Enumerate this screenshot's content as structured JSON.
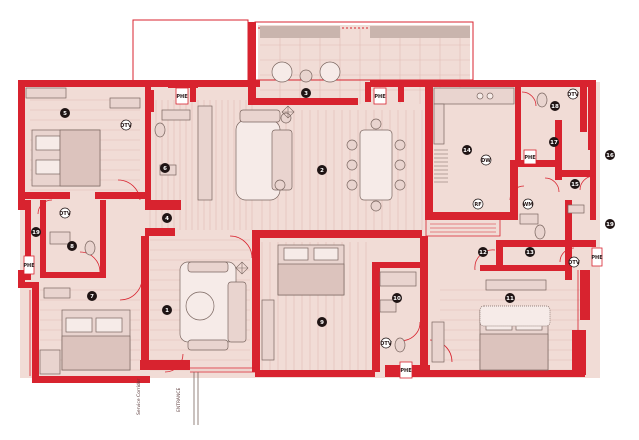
{
  "colors": {
    "wall": "#d8232f",
    "floor": "#f1dcd6",
    "floor_line": "#e2bcb4",
    "furniture_stroke": "#7a6660",
    "marker": "#1f1414",
    "paper": "#ffffff"
  },
  "room_numbers": [
    "1",
    "2",
    "3",
    "4",
    "5",
    "6",
    "7",
    "8",
    "9",
    "10",
    "11",
    "12",
    "13",
    "14",
    "15",
    "16",
    "17",
    "18",
    "19",
    "19"
  ],
  "tags": {
    "shaft": "PHE",
    "tv": "DTV",
    "dishwasher": "DW",
    "refrigerator": "RF",
    "washing_machine": "WM"
  },
  "entrance_label": "ENTRANCE",
  "side_label": "Service Corridor",
  "icons": [
    "entrance-arrow-icon",
    "door-swing-icon",
    "sofa-icon",
    "bed-icon",
    "dining-table-icon",
    "toilet-icon"
  ]
}
